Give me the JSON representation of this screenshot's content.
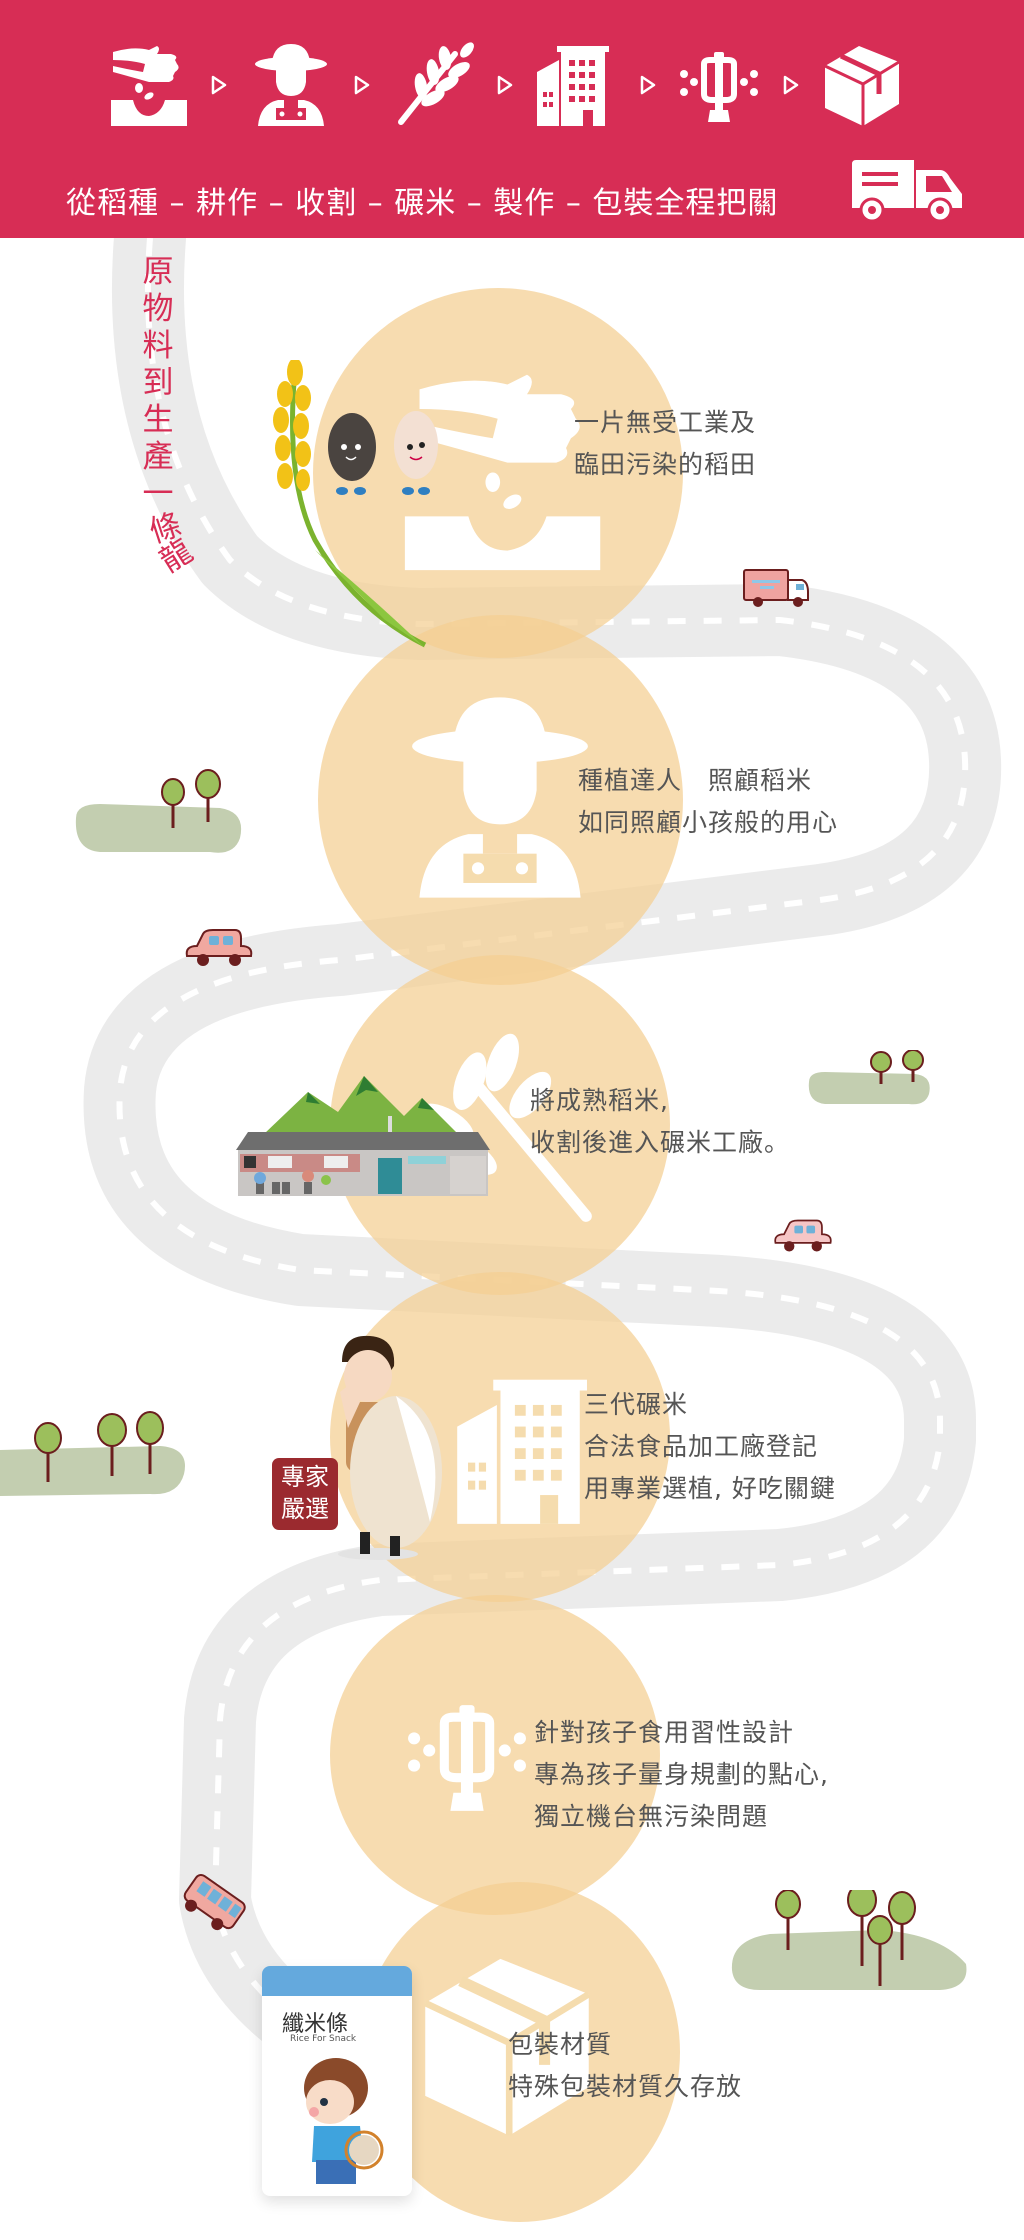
{
  "header": {
    "background_color": "#D72D55",
    "steps": [
      {
        "icon": "sowing-hand-icon",
        "label": "稻種"
      },
      {
        "icon": "farmer-icon",
        "label": "耕作"
      },
      {
        "icon": "wheat-icon",
        "label": "收割"
      },
      {
        "icon": "building-icon",
        "label": "碾米"
      },
      {
        "icon": "machine-icon",
        "label": "製作"
      },
      {
        "icon": "box-icon",
        "label": "包裝"
      }
    ],
    "tagline": "從稻種 – 耕作 – 收割 – 碾米 – 製作 – 包裝全程把關"
  },
  "vertical_title": {
    "chars": [
      "原",
      "物",
      "料",
      "到",
      "生",
      "產",
      "一",
      "條",
      "龍"
    ],
    "color": "#D72D55"
  },
  "colors": {
    "oval": "#F4CF91",
    "road": "#EBEBEB",
    "text": "#555555"
  },
  "sections": [
    {
      "icon": "sowing-hand-icon",
      "lines": [
        "一片無受工業及",
        "臨田污染的稻田"
      ]
    },
    {
      "icon": "farmer-icon",
      "lines": [
        "種植達人　照顧稻米",
        "如同照顧小孩般的用心"
      ]
    },
    {
      "icon": "wheat-icon",
      "lines": [
        "將成熟稻米,",
        "收割後進入碾米工廠。"
      ]
    },
    {
      "icon": "building-icon",
      "lines": [
        "三代碾米",
        "合法食品加工廠登記",
        "用專業選植,  好吃關鍵"
      ]
    },
    {
      "icon": "machine-icon",
      "lines": [
        "針對孩子食用習性設計",
        "專為孩子量身規劃的點心,",
        "獨立機台無污染問題"
      ]
    },
    {
      "icon": "box-icon",
      "lines": [
        "包裝材質",
        "特殊包裝材質久存放"
      ]
    }
  ],
  "badge": {
    "line1": "專家",
    "line2": "嚴選"
  },
  "product": {
    "name": "纖米條",
    "subtitle": "Rice For Snack"
  }
}
